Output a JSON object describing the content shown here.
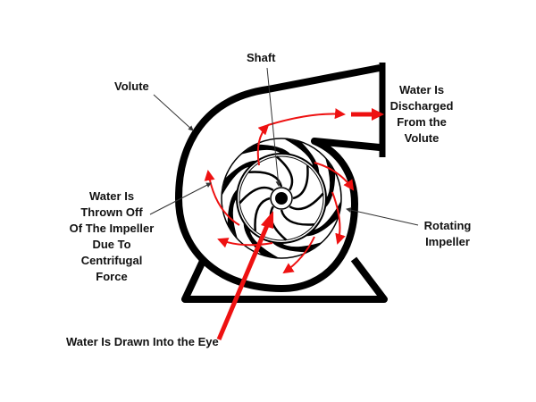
{
  "title": "Centrifugal Pump",
  "colors": {
    "outline": "#000000",
    "flow": "#ee1111",
    "leader": "#333333"
  },
  "labels": {
    "shaft": "Shaft",
    "volute": "Volute",
    "discharge": [
      "Water Is",
      "Discharged",
      "From the",
      "Volute"
    ],
    "thrown": [
      "Water Is",
      "Thrown Off",
      "Of The Impeller",
      "Due To",
      "Centrifugal",
      "Force"
    ],
    "impeller": [
      "Rotating",
      "Impeller"
    ],
    "eye": "Water Is Drawn Into the Eye"
  },
  "impeller": {
    "blade_count": 8
  }
}
